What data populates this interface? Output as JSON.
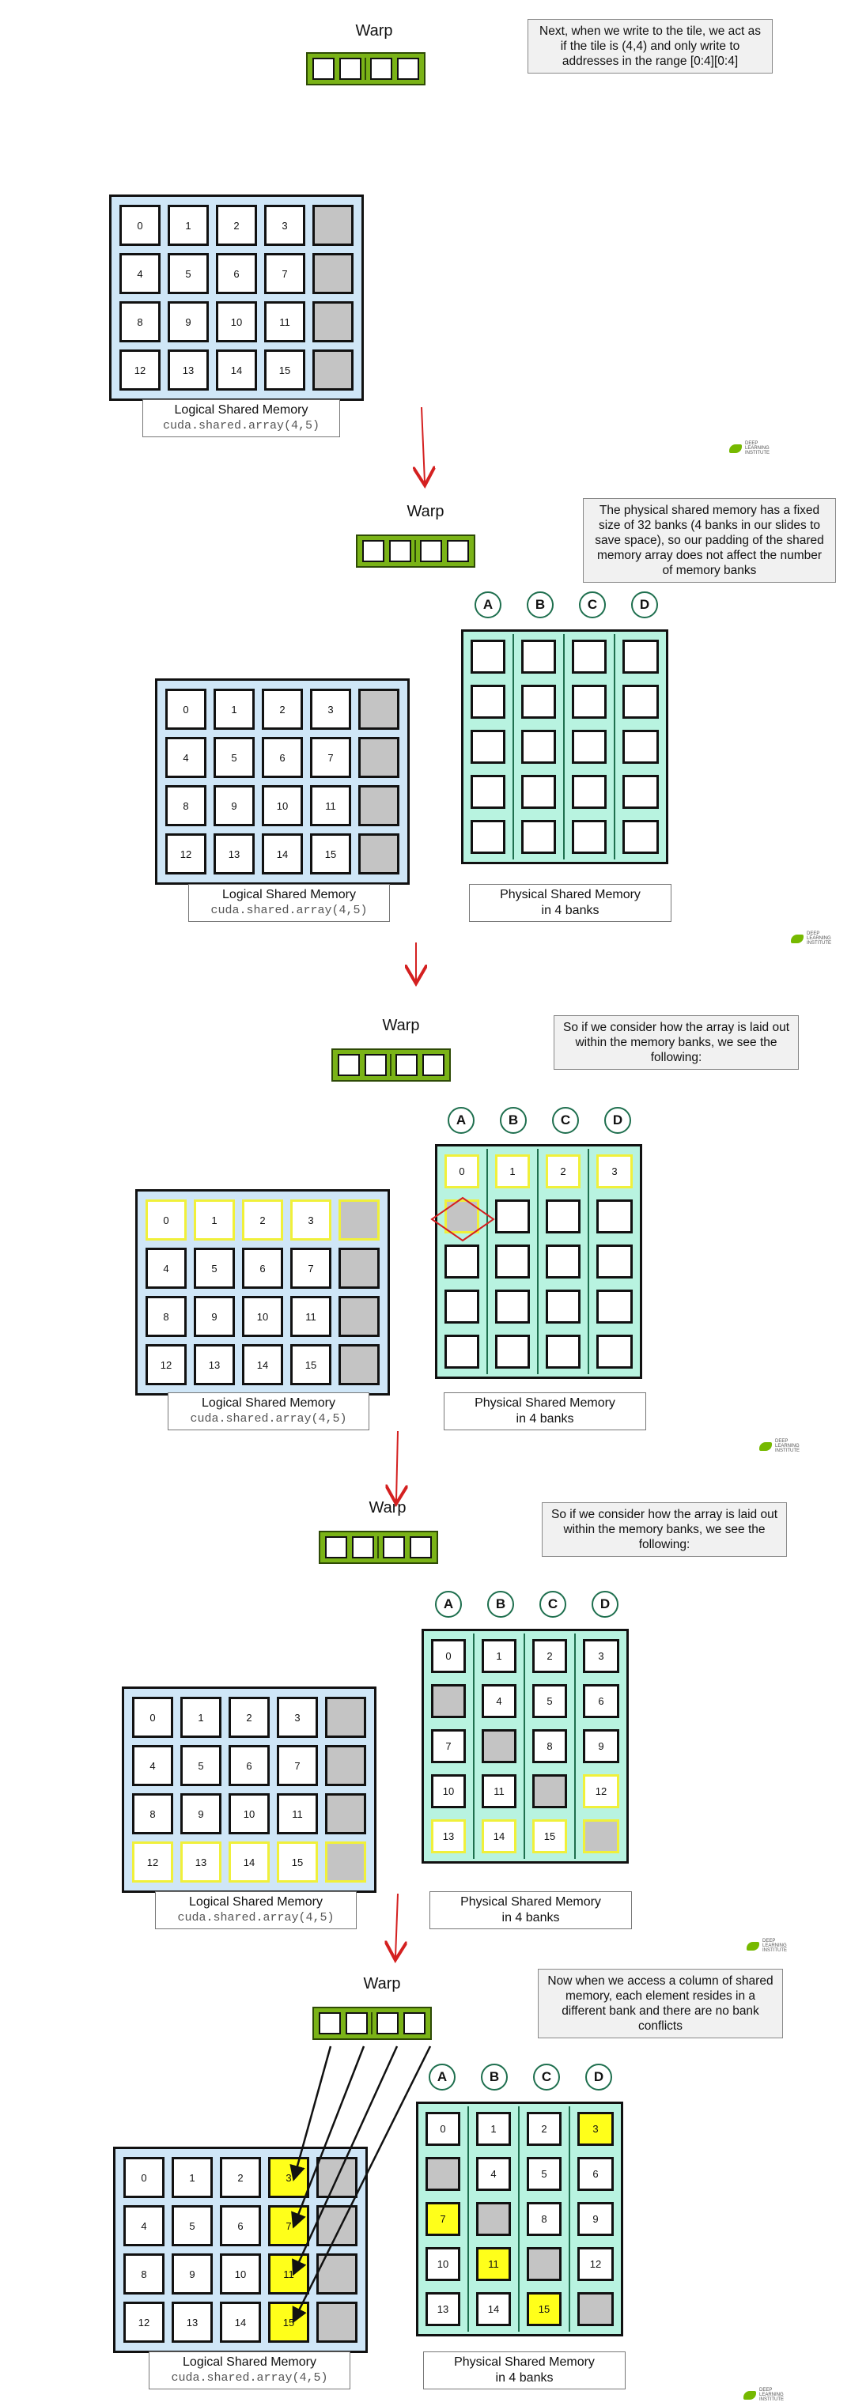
{
  "warp_label": "Warp",
  "logical_caption": "Logical Shared Memory",
  "logical_code": "cuda.shared.array(4,5)",
  "physical_caption_line1": "Physical Shared Memory",
  "physical_caption_line2": "in 4 banks",
  "bank_labels": [
    "A",
    "B",
    "C",
    "D"
  ],
  "logical_values": [
    "0",
    "1",
    "2",
    "3",
    "4",
    "5",
    "6",
    "7",
    "8",
    "9",
    "10",
    "11",
    "12",
    "13",
    "14",
    "15"
  ],
  "notes": {
    "panel1": "Next, when we write to the tile, we act as if the tile is (4,4) and only write to addresses in the range [0:4][0:4]",
    "panel2": "The physical shared memory has a fixed size of 32 banks (4 banks in our slides to save space), so our padding of the shared memory array does not affect the number of memory banks",
    "panel3": "So if we consider how the array is laid out within the memory banks, we see the following:",
    "panel4": "So if we consider how the array is laid out within the memory banks, we see the following:",
    "panel5": "Now when we access a column of shared memory, each element resides in a different bank and there are no bank conflicts"
  },
  "physical_values_panel3": [
    "0",
    "1",
    "2",
    "3",
    "",
    "",
    "",
    "",
    "",
    "",
    "",
    "",
    "",
    "",
    "",
    "",
    "",
    "",
    "",
    ""
  ],
  "physical_values_full": [
    "0",
    "1",
    "2",
    "3",
    "",
    "4",
    "5",
    "6",
    "7",
    "",
    "8",
    "9",
    "10",
    "11",
    "",
    "12",
    "13",
    "14",
    "15",
    ""
  ],
  "highlighted_column_values": [
    "3",
    "7",
    "11",
    "15"
  ],
  "colors": {
    "logical_bg": "#cfe6f7",
    "physical_bg": "#b8f3e0",
    "warp": "#7ab317",
    "highlight": "#ffff1a",
    "arrow": "#d42020"
  },
  "logo_text": [
    "DEEP",
    "LEARNING",
    "INSTITUTE"
  ]
}
